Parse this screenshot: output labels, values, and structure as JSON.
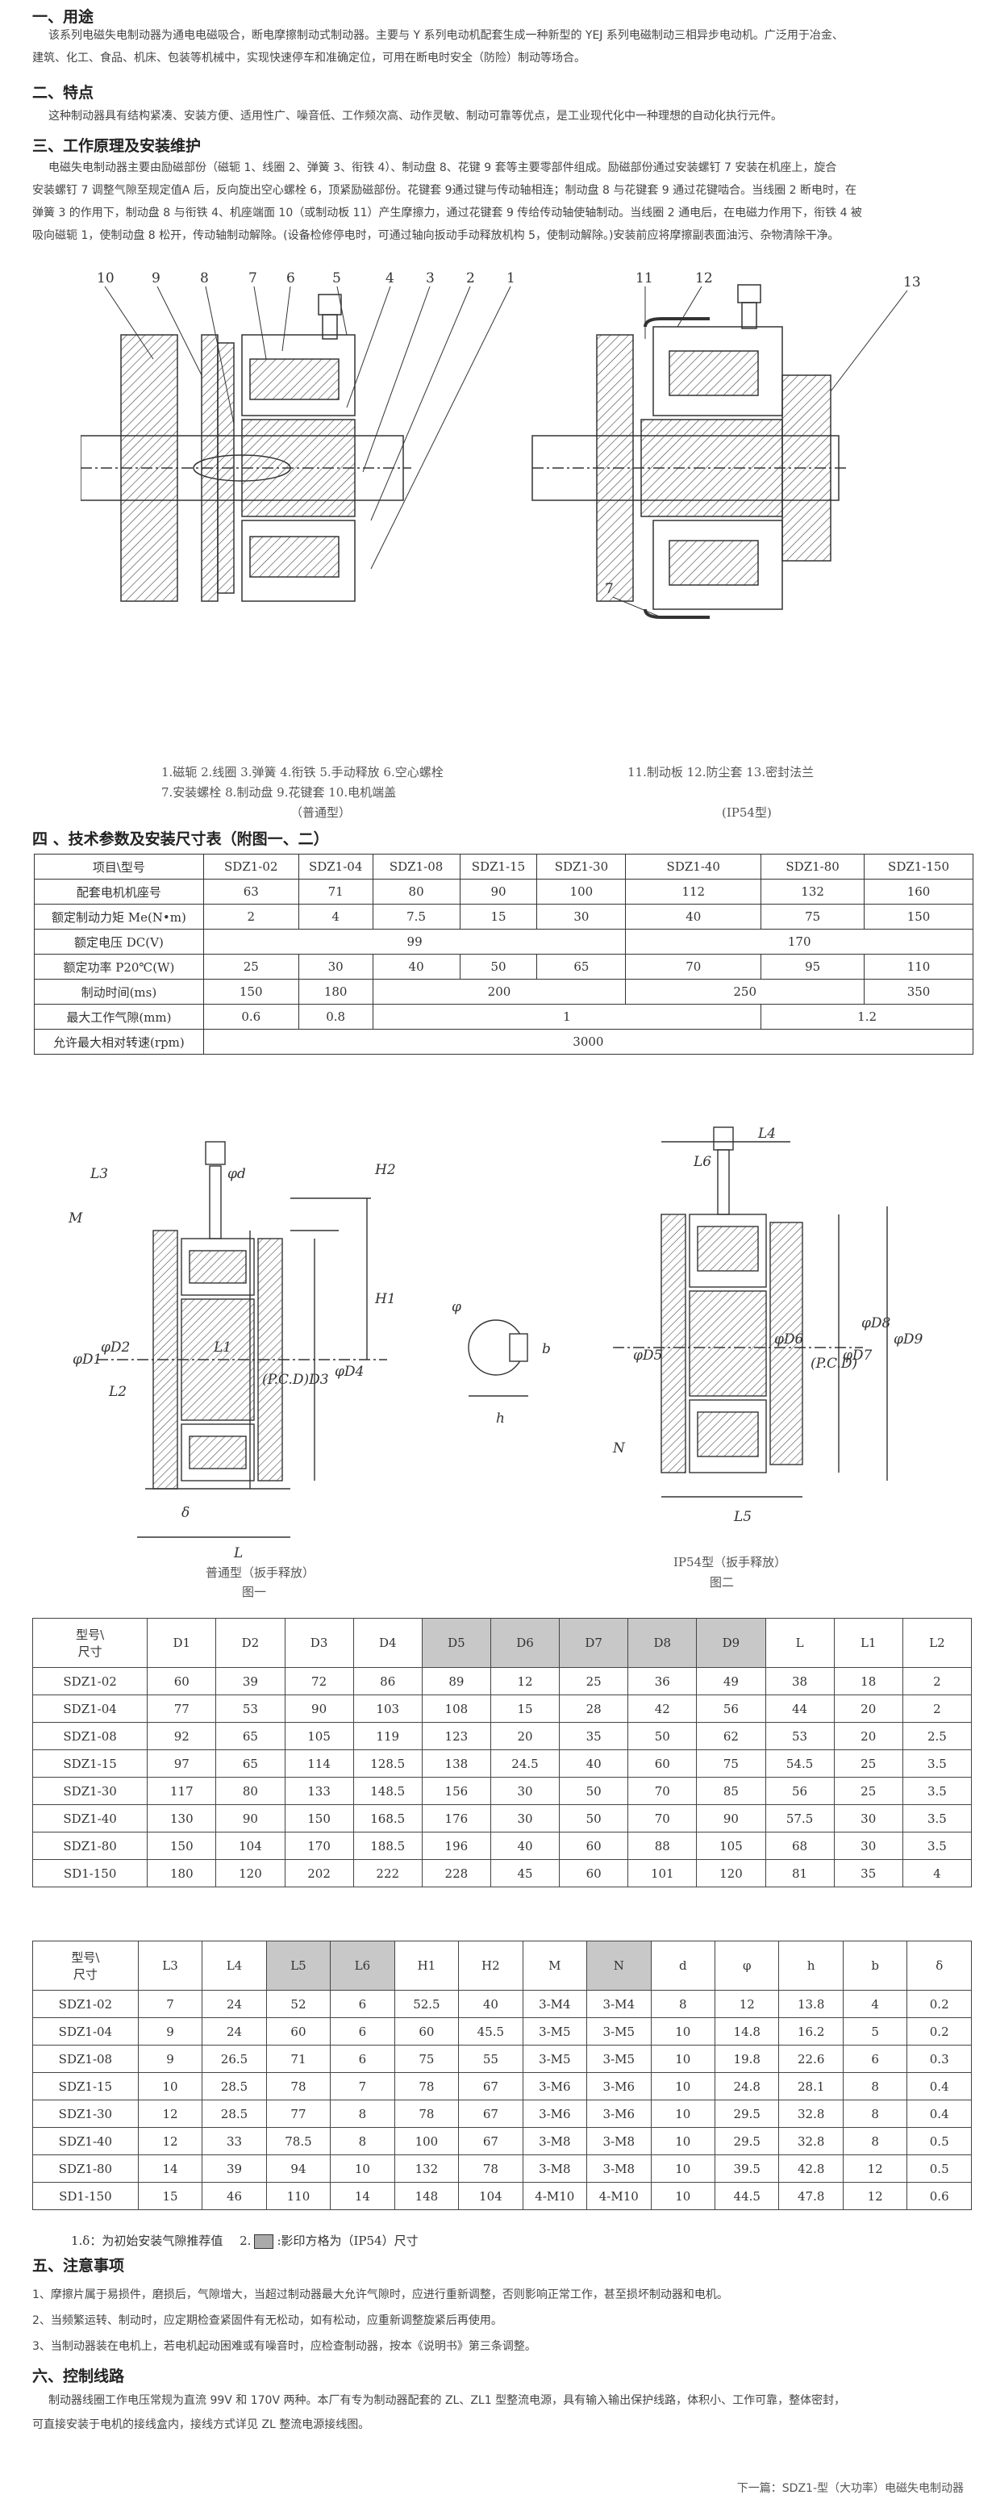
{
  "sections": {
    "s1": {
      "title": "一、用途",
      "lines": [
        "该系列电磁失电制动器为通电电磁吸合，断电摩擦制动式制动器。主要与 Y 系列电动机配套生成一种新型的 YEJ 系列电磁制动三相异步电动机。广泛用于冶金、",
        "建筑、化工、食品、机床、包装等机械中，实现快速停车和准确定位，可用在断电时安全（防险）制动等场合。"
      ]
    },
    "s2": {
      "title": "二、特点",
      "lines": [
        "这种制动器具有结构紧凑、安装方便、适用性广、噪音低、工作频次高、动作灵敏、制动可靠等优点，是工业现代化中一种理想的自动化执行元件。"
      ]
    },
    "s3": {
      "title": "三、工作原理及安装维护",
      "lines": [
        "电磁失电制动器主要由励磁部份（磁轭 1、线圈 2、弹簧 3、衔铁 4）、制动盘 8、花键 9 套等主要零部件组成。励磁部份通过安装螺钉 7 安装在机座上，旋合",
        "安装螺钉 7 调整气隙至规定值A 后，反向旋出空心螺栓 6，顶紧励磁部份。花键套 9通过键与传动轴相连；制动盘 8 与花键套 9 通过花键啮合。当线圈 2 断电时，在",
        "弹簧 3 的作用下，制动盘 8 与衔铁 4、机座端面 10（或制动板 11）产生摩擦力，通过花键套 9 传给传动轴使轴制动。当线圈 2 通电后，在电磁力作用下，衔铁 4 被",
        "吸向磁轭 1，使制动盘 8 松开，传动轴制动解除。(设备检修停电时，可通过轴向扳动手动释放机构 5，使制动解除。)安装前应将摩擦副表面油污、杂物清除干净。"
      ]
    },
    "s4": {
      "title": "四 、技术参数及安装尺寸表（附图一、二）"
    },
    "s5": {
      "title": "五、注意事项",
      "lines": [
        "1、摩擦片属于易损件，磨损后，气隙增大，当超过制动器最大允许气隙时，应进行重新调整，否则影响正常工作，甚至损坏制动器和电机。",
        "2、当频繁运转、制动时，应定期检查紧固件有无松动，如有松动，应重新调整旋紧后再使用。",
        "3、当制动器装在电机上，若电机起动困难或有噪音时，应检查制动器，按本《说明书》第三条调整。"
      ]
    },
    "s6": {
      "title": "六、控制线路",
      "lines": [
        "制动器线圈工作电压常规为直流 99V 和 170V 两种。本厂有专为制动器配套的 ZL、ZL1 型整流电源，具有输入输出保护线路，体积小、工作可靠，整体密封，",
        "可直接安装于电机的接线盒内，接线方式详见 ZL 整流电源接线图。"
      ]
    }
  },
  "diagram1": {
    "callouts_left": [
      "10",
      "9",
      "8",
      "7",
      "6",
      "5",
      "4",
      "3",
      "2",
      "1"
    ],
    "callouts_right": [
      "11",
      "12",
      "13"
    ],
    "callout_7": "7",
    "legend1_l1": "1.磁轭  2.线圈  3.弹簧  4.衔铁  5.手动释放  6.空心螺栓",
    "legend1_l2": "7.安装螺栓  8.制动盘  9.花键套  10.电机端盖",
    "legend1_sub": "（普通型）",
    "legend2_l1": "11.制动板  12.防尘套  13.密封法兰",
    "legend2_sub": "(IP54型)"
  },
  "spec_table": {
    "header": [
      "项目\\型号",
      "SDZ1-02",
      "SDZ1-04",
      "SDZ1-08",
      "SDZ1-15",
      "SDZ1-30",
      "SDZ1-40",
      "SDZ1-80",
      "SDZ1-150"
    ],
    "r_frame": [
      "配套电机机座号",
      "63",
      "71",
      "80",
      "90",
      "100",
      "112",
      "132",
      "160"
    ],
    "r_torque": [
      "额定制动力矩 Me(N•m)",
      "2",
      "4",
      "7.5",
      "15",
      "30",
      "40",
      "75",
      "150"
    ],
    "r_volt": [
      "额定电压 DC(V)",
      "99",
      "170"
    ],
    "r_power": [
      "额定功率 P20℃(W)",
      "25",
      "30",
      "40",
      "50",
      "65",
      "70",
      "95",
      "110"
    ],
    "r_time": [
      "制动时间(ms)",
      "150",
      "180",
      "200",
      "250",
      "350"
    ],
    "r_gap": [
      "最大工作气隙(mm)",
      "0.6",
      "0.8",
      "1",
      "1.2"
    ],
    "r_speed": [
      "允许最大相对转速(rpm)",
      "3000"
    ]
  },
  "diagram2": {
    "fig1_labels": [
      "L3",
      "φd",
      "H2",
      "M",
      "H1",
      "φD1",
      "φD2",
      "L1",
      "(P.C.D)D3",
      "φD4",
      "L2",
      "δ",
      "L"
    ],
    "fig1_cap": "普通型（扳手释放）",
    "fig1_sub": "图一",
    "key_labels": [
      "φ",
      "b",
      "h"
    ],
    "fig2_labels": [
      "L4",
      "L6",
      "φD5",
      "φD6",
      "(P.C.D)",
      "φD7",
      "φD8",
      "φD9",
      "N",
      "L5"
    ],
    "fig2_cap": "IP54型（扳手释放）",
    "fig2_sub": "图二"
  },
  "dim_table1": {
    "header_lines": [
      "型号\\",
      "尺寸"
    ],
    "cols": [
      "D1",
      "D2",
      "D3",
      "D4",
      "D5",
      "D6",
      "D7",
      "D8",
      "D9",
      "L",
      "L1",
      "L2"
    ],
    "shaded": [
      false,
      false,
      false,
      false,
      true,
      true,
      true,
      true,
      true,
      false,
      false,
      false
    ],
    "rows": [
      [
        "SDZ1-02",
        "60",
        "39",
        "72",
        "86",
        "89",
        "12",
        "25",
        "36",
        "49",
        "38",
        "18",
        "2"
      ],
      [
        "SDZ1-04",
        "77",
        "53",
        "90",
        "103",
        "108",
        "15",
        "28",
        "42",
        "56",
        "44",
        "20",
        "2"
      ],
      [
        "SDZ1-08",
        "92",
        "65",
        "105",
        "119",
        "123",
        "20",
        "35",
        "50",
        "62",
        "53",
        "20",
        "2.5"
      ],
      [
        "SDZ1-15",
        "97",
        "65",
        "114",
        "128.5",
        "138",
        "24.5",
        "40",
        "60",
        "75",
        "54.5",
        "25",
        "3.5"
      ],
      [
        "SDZ1-30",
        "117",
        "80",
        "133",
        "148.5",
        "156",
        "30",
        "50",
        "70",
        "85",
        "56",
        "25",
        "3.5"
      ],
      [
        "SDZ1-40",
        "130",
        "90",
        "150",
        "168.5",
        "176",
        "30",
        "50",
        "70",
        "90",
        "57.5",
        "30",
        "3.5"
      ],
      [
        "SDZ1-80",
        "150",
        "104",
        "170",
        "188.5",
        "196",
        "40",
        "60",
        "88",
        "105",
        "68",
        "30",
        "3.5"
      ],
      [
        "SD1-150",
        "180",
        "120",
        "202",
        "222",
        "228",
        "45",
        "60",
        "101",
        "120",
        "81",
        "35",
        "4"
      ]
    ]
  },
  "dim_table2": {
    "header_lines": [
      "型号\\",
      "尺寸"
    ],
    "cols": [
      "L3",
      "L4",
      "L5",
      "L6",
      "H1",
      "H2",
      "M",
      "N",
      "d",
      "φ",
      "h",
      "b",
      "δ"
    ],
    "shaded": [
      false,
      false,
      true,
      true,
      false,
      false,
      false,
      true,
      false,
      false,
      false,
      false,
      false
    ],
    "rows": [
      [
        "SDZ1-02",
        "7",
        "24",
        "52",
        "6",
        "52.5",
        "40",
        "3-M4",
        "3-M4",
        "8",
        "12",
        "13.8",
        "4",
        "0.2"
      ],
      [
        "SDZ1-04",
        "9",
        "24",
        "60",
        "6",
        "60",
        "45.5",
        "3-M5",
        "3-M5",
        "10",
        "14.8",
        "16.2",
        "5",
        "0.2"
      ],
      [
        "SDZ1-08",
        "9",
        "26.5",
        "71",
        "6",
        "75",
        "55",
        "3-M5",
        "3-M5",
        "10",
        "19.8",
        "22.6",
        "6",
        "0.3"
      ],
      [
        "SDZ1-15",
        "10",
        "28.5",
        "78",
        "7",
        "78",
        "67",
        "3-M6",
        "3-M6",
        "10",
        "24.8",
        "28.1",
        "8",
        "0.4"
      ],
      [
        "SDZ1-30",
        "12",
        "28.5",
        "77",
        "8",
        "78",
        "67",
        "3-M6",
        "3-M6",
        "10",
        "29.5",
        "32.8",
        "8",
        "0.4"
      ],
      [
        "SDZ1-40",
        "12",
        "33",
        "78.5",
        "8",
        "100",
        "67",
        "3-M8",
        "3-M8",
        "10",
        "29.5",
        "32.8",
        "8",
        "0.5"
      ],
      [
        "SDZ1-80",
        "14",
        "39",
        "94",
        "10",
        "132",
        "78",
        "3-M8",
        "3-M8",
        "10",
        "39.5",
        "42.8",
        "12",
        "0.5"
      ],
      [
        "SD1-150",
        "15",
        "46",
        "110",
        "14",
        "148",
        "104",
        "4-M10",
        "4-M10",
        "10",
        "44.5",
        "47.8",
        "12",
        "0.6"
      ]
    ]
  },
  "legend_note": {
    "n1": "1.δ：为初始安装气隙推荐值",
    "n2a": "2.",
    "n2b": ":影印方格为（IP54）尺寸"
  },
  "footer": "下一篇：SDZ1-型（大功率）电磁失电制动器"
}
